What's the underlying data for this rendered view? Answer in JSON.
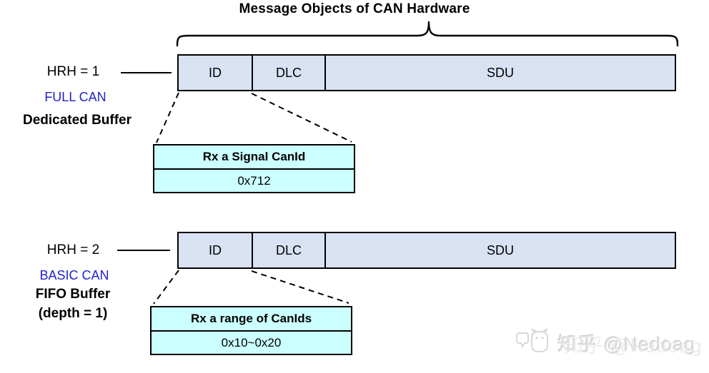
{
  "diagram": {
    "title": "Message Objects of CAN Hardware",
    "rows": [
      {
        "hrh_label": "HRH = 1",
        "type_label": "FULL CAN",
        "buffer_lines": [
          "Dedicated Buffer"
        ],
        "fields": [
          "ID",
          "DLC",
          "SDU"
        ],
        "callout": {
          "header": "Rx a Signal CanId",
          "value": "0x712"
        }
      },
      {
        "hrh_label": "HRH = 2",
        "type_label": "BASIC CAN",
        "buffer_lines": [
          "FIFO Buffer",
          "(depth = 1)"
        ],
        "fields": [
          "ID",
          "DLC",
          "SDU"
        ],
        "callout": {
          "header": "Rx a range of CanIds",
          "value": "0x10~0x20"
        }
      }
    ],
    "colors": {
      "field_fill": "#d9e2f3",
      "callout_fill": "#ccffff",
      "type_label_blue": "#2323c8",
      "border": "#000000"
    }
  },
  "watermark": {
    "text": "知乎 @Nedoag",
    "icon": "zhihu-mascot-icon"
  }
}
